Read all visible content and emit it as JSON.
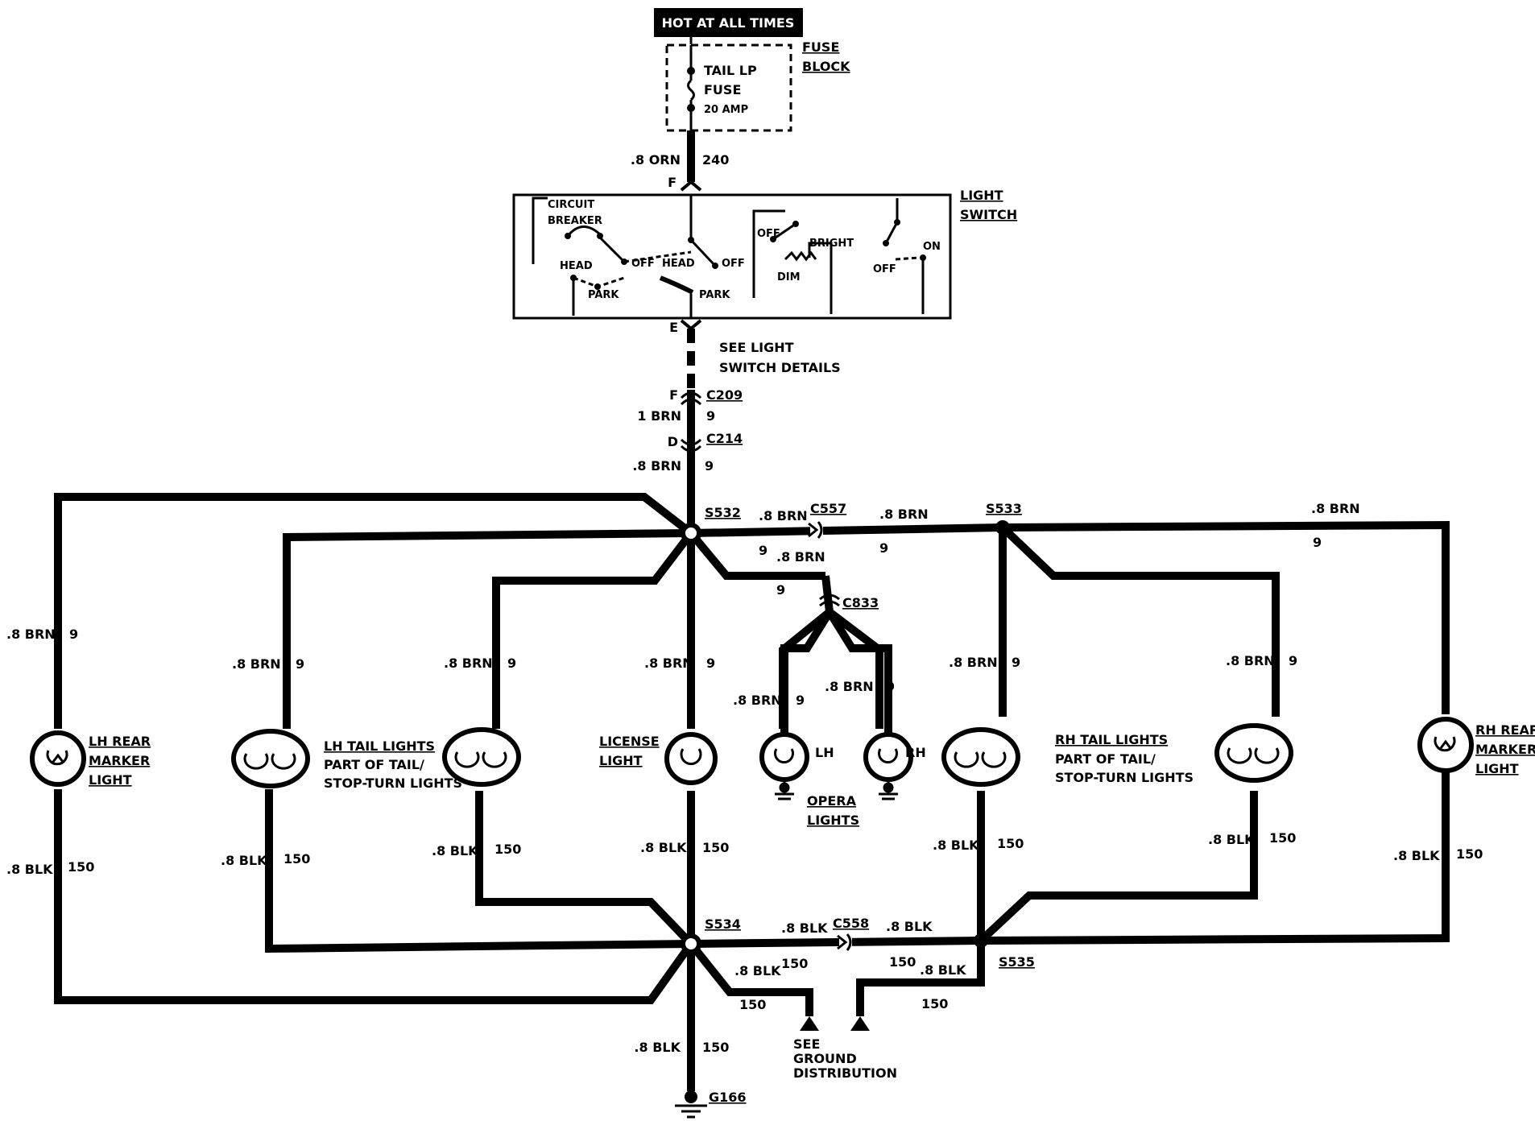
{
  "power_source": "HOT AT ALL TIMES",
  "fuse": {
    "name_line1": "TAIL LP",
    "name_line2": "FUSE",
    "rating": "20 AMP",
    "block_line1": "FUSE",
    "block_line2": "BLOCK"
  },
  "feed_wire": {
    "gauge_color": ".8 ORN",
    "circuit": "240",
    "pin_in": "F",
    "pin_out": "E"
  },
  "light_switch": {
    "title_line1": "LIGHT",
    "title_line2": "SWITCH",
    "circuit_breaker_line1": "CIRCUIT",
    "circuit_breaker_line2": "BREAKER",
    "head_1": "HEAD",
    "off_1": "OFF",
    "park_1": "PARK",
    "head_2": "HEAD",
    "off_2": "OFF",
    "park_2": "PARK",
    "off_3": "OFF",
    "bright": "BRIGHT",
    "dim": "DIM",
    "off_4": "OFF",
    "on": "ON"
  },
  "switch_details_line1": "SEE LIGHT",
  "switch_details_line2": "SWITCH DETAILS",
  "connectors": {
    "c209": "C209",
    "c209_pin": "F",
    "c214": "C214",
    "c214_pin": "D",
    "c557": "C557",
    "c833": "C833",
    "c558": "C558"
  },
  "splices": {
    "s532": "S532",
    "s533": "S533",
    "s534": "S534",
    "s535": "S535"
  },
  "wires": {
    "brn_1": "1 BRN",
    "brn_08": ".8 BRN",
    "blk_08": ".8 BLK",
    "circuit_9": "9",
    "circuit_150": "150"
  },
  "components": {
    "lh_marker_line1": "LH REAR",
    "lh_marker_line2": "MARKER",
    "lh_marker_line3": "LIGHT",
    "lh_tail_line1": "LH TAIL LIGHTS",
    "lh_tail_line2": "PART OF TAIL/",
    "lh_tail_line3": "STOP-TURN LIGHTS",
    "license_line1": "LICENSE",
    "license_line2": "LIGHT",
    "opera_lh": "LH",
    "opera_rh": "RH",
    "opera_line1": "OPERA",
    "opera_line2": "LIGHTS",
    "rh_tail_line1": "RH TAIL LIGHTS",
    "rh_tail_line2": "PART OF TAIL/",
    "rh_tail_line3": "STOP-TURN LIGHTS",
    "rh_marker_line1": "RH REAR",
    "rh_marker_line2": "MARKER",
    "rh_marker_line3": "LIGHT"
  },
  "ground_dist_line1": "SEE",
  "ground_dist_line2": "GROUND",
  "ground_dist_line3": "DISTRIBUTION",
  "ground": "G166"
}
